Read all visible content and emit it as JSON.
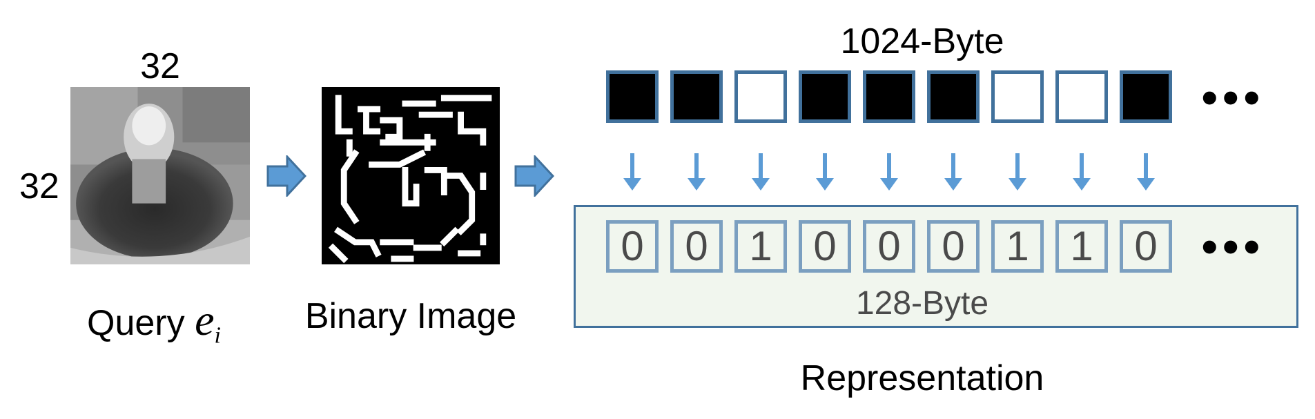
{
  "query": {
    "size_top": "32",
    "size_left": "32",
    "caption": "Query",
    "symbol": "e",
    "subscript": "i"
  },
  "binary": {
    "caption": "Binary Image"
  },
  "representation": {
    "top_label": "1024-Byte",
    "bottom_label": "128-Byte",
    "caption": "Representation",
    "top_bits_filled": [
      true,
      true,
      false,
      true,
      true,
      true,
      false,
      false,
      true
    ],
    "bottom_bits": [
      "0",
      "0",
      "1",
      "0",
      "0",
      "0",
      "1",
      "1",
      "0"
    ],
    "ellipsis": "•••"
  },
  "colors": {
    "arrow_fill": "#5b9bd5",
    "box_border": "#41719c",
    "panel_bg": "#f1f6ee"
  }
}
